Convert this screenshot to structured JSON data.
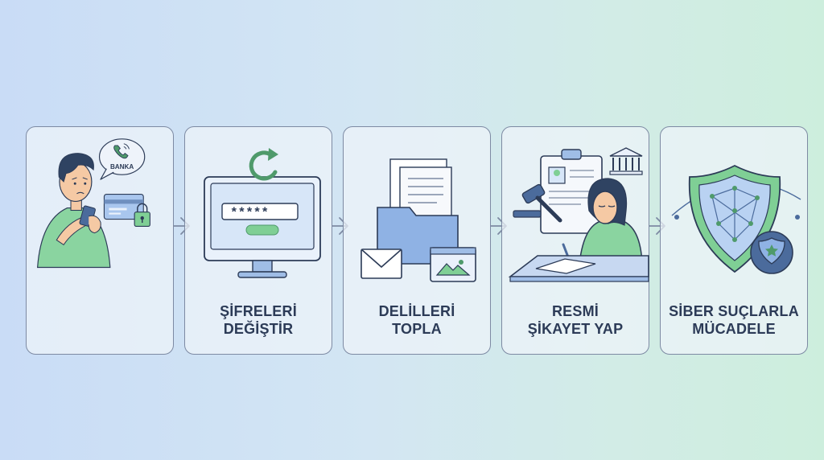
{
  "steps": [
    {
      "id": "victim",
      "badge_text": "BANKA",
      "password_mask": "",
      "lines": []
    },
    {
      "id": "change-passwords",
      "password_mask": "*****",
      "lines": [
        "ŞİFRELERİ",
        "DEĞİŞTİR"
      ]
    },
    {
      "id": "collect-evidence",
      "lines": [
        "DELİLLERİ",
        "TOPLA"
      ]
    },
    {
      "id": "file-complaint",
      "lines": [
        "RESMİ",
        "ŞİKAYET YAP"
      ]
    },
    {
      "id": "fight-cybercrime",
      "lines": [
        "SİBER SUÇLARLA",
        "MÜCADELE"
      ]
    }
  ],
  "colors": {
    "card_border": "#7d8aa3",
    "accent_green": "#7fcf95",
    "accent_blue": "#9fbde6",
    "outline": "#2c3b57"
  },
  "icons": [
    "phone-icon",
    "credit-card-icon",
    "padlock-icon",
    "refresh-icon",
    "monitor-icon",
    "folder-icon",
    "envelope-icon",
    "image-icon",
    "gavel-icon",
    "clipboard-icon",
    "courthouse-icon",
    "shield-icon",
    "police-badge-icon"
  ]
}
